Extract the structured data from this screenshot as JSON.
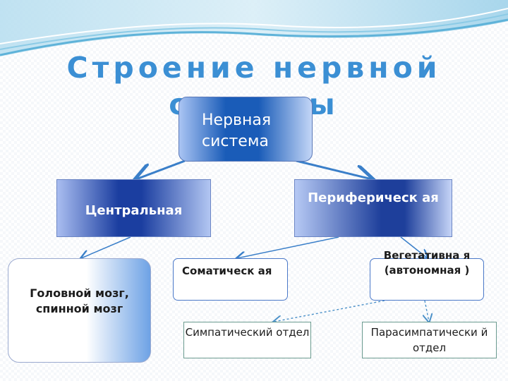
{
  "title": "Строение нервной системы",
  "nodes": {
    "root": "Нервная система",
    "central": "Центральная",
    "peripheral": "Периферическ ая",
    "brain": "Головной мозг, спинной мозг",
    "somatic": "Соматическ ая",
    "vegetative": "Вегетативна я (автономная )",
    "sympathetic": "Симпатический отдел",
    "parasympathetic": "Парасимпатически й отдел"
  },
  "colors": {
    "title": "#3b8fd4",
    "connector": "#3a7fc9",
    "dashed_connector": "#4a90c8"
  }
}
